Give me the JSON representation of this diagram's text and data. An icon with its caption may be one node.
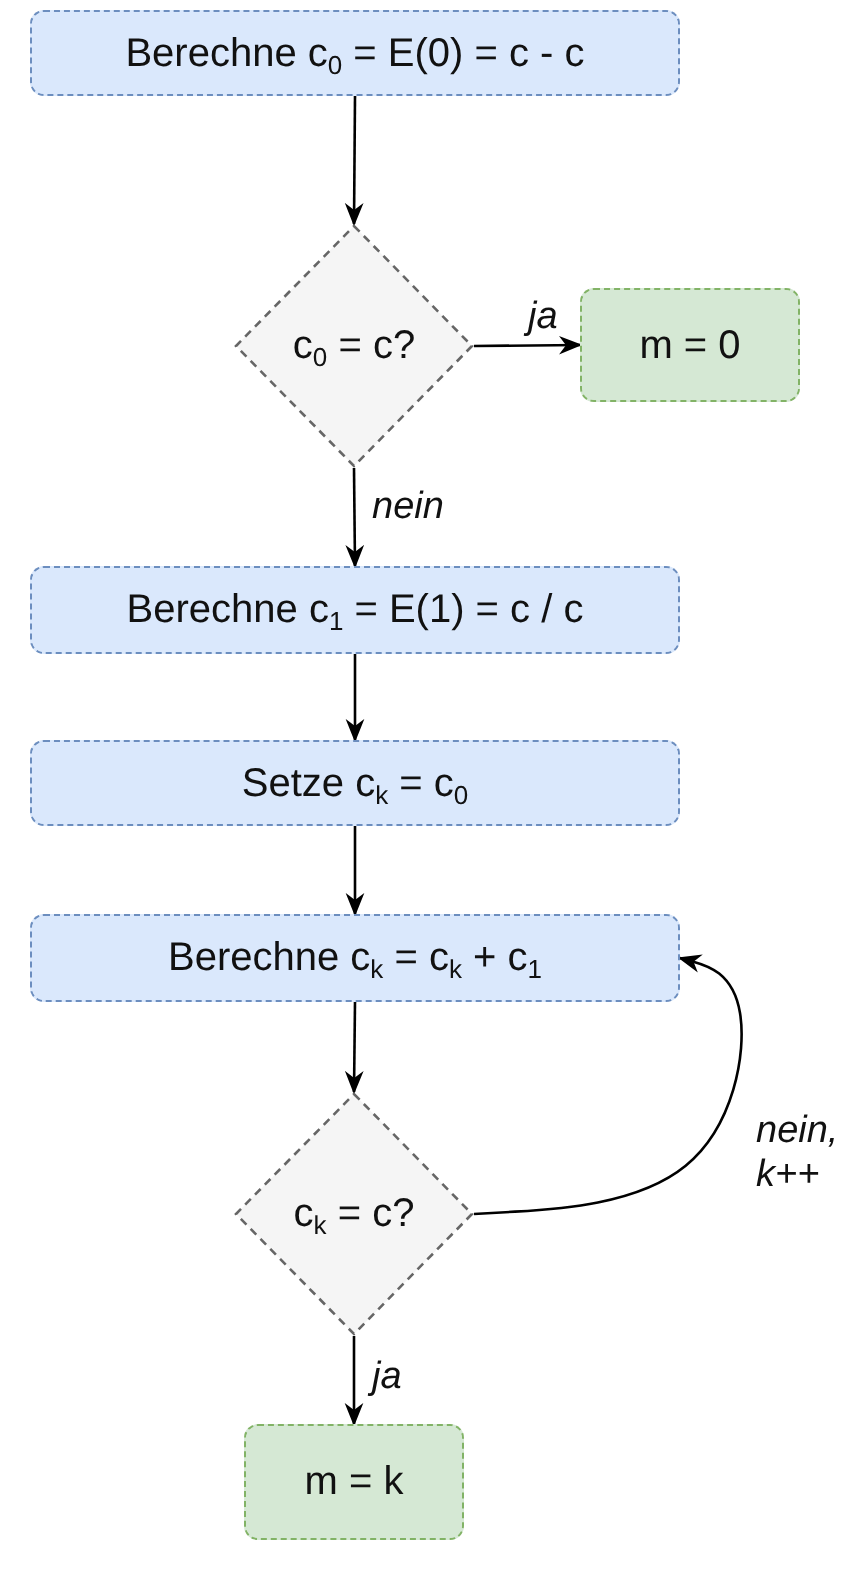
{
  "diagram": {
    "nodes": [
      {
        "text": [
          "Berechne c$_{0}$ = E(0) = c - c"
        ]
      },
      {
        "text": [
          "c$_{0}$ = c?"
        ]
      },
      {
        "text": [
          "m = 0"
        ]
      },
      {
        "text": [
          "Berechne c$_{1}$ = E(1) = c / c"
        ]
      },
      {
        "text": [
          "Setze c$_{k}$ = c$_{0}$"
        ]
      },
      {
        "text": [
          "Berechne c$_{k}$ = c$_{k}$ + c$_{1}$"
        ]
      },
      {
        "text": [
          "c$_{k}$ = c?"
        ]
      },
      {
        "text": [
          "m = k"
        ]
      }
    ],
    "edges": [
      {
        "from": 0,
        "to": 1,
        "arrow": "to"
      },
      {
        "from": 1,
        "to": 2,
        "arrow": "to",
        "label": "ja"
      },
      {
        "from": 1,
        "to": 3,
        "arrow": "to",
        "label": "nein"
      },
      {
        "from": 3,
        "to": 4,
        "arrow": "to"
      },
      {
        "from": 4,
        "to": 5,
        "arrow": "to"
      },
      {
        "from": 5,
        "to": 6,
        "arrow": "to"
      },
      {
        "from": 6,
        "to": 5,
        "arrow": "to",
        "label": "nein, k++"
      },
      {
        "from": 6,
        "to": 7,
        "arrow": "to",
        "label": "ja"
      }
    ]
  }
}
